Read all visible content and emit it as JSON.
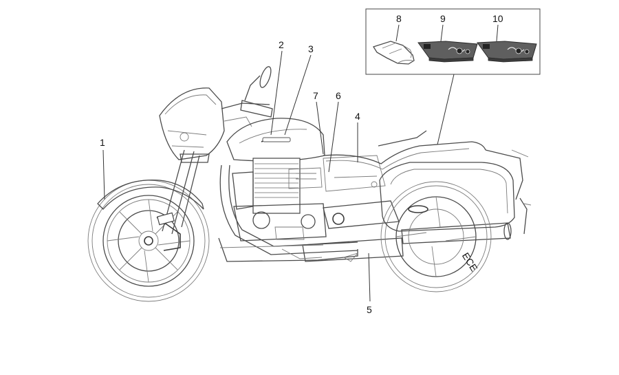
{
  "callouts": [
    "1",
    "2",
    "3",
    "4",
    "5",
    "6",
    "7",
    "8",
    "9",
    "10"
  ],
  "wheel_text": "ECE"
}
